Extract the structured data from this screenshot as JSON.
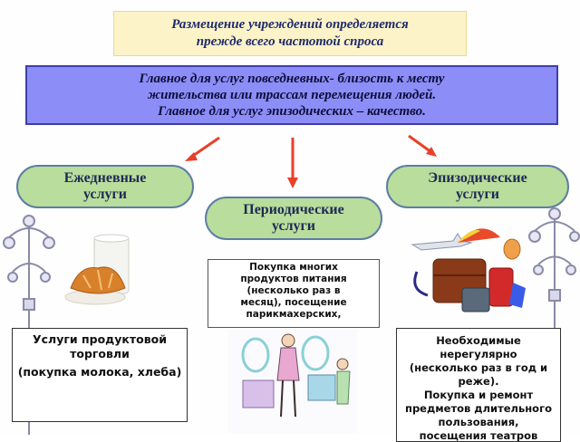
{
  "title": {
    "line1": "Размещение учреждений определяется",
    "line2": "прежде всего частотой спроса"
  },
  "main": {
    "line1": "Главное для услуг повседневных- близость к месту",
    "line2": "жительства или трассам перемещения людей.",
    "line3": "Главное для услуг эпизодических – качество."
  },
  "categories": {
    "daily": {
      "line1": "Ежедневные",
      "line2": "услуги"
    },
    "periodic": {
      "line1": "Периодические",
      "line2": "услуги"
    },
    "episodic": {
      "line1": "Эпизодические",
      "line2": "услуги"
    }
  },
  "descriptions": {
    "periodic": [
      "Покупка многих",
      "продуктов питания",
      "(несколько раз в",
      "месяц), посещение",
      "парикмахерских,"
    ],
    "daily": [
      "Услуги продуктовой торговли",
      "(покупка молока, хлеба)"
    ],
    "episodic": [
      "Необходимые",
      "нерегулярно",
      "(несколько раз в год и",
      "реже).",
      "Покупка и ремонт",
      "предметов длительного",
      "пользования,",
      "посещения театров"
    ]
  },
  "colors": {
    "title_bg": "#fcf3c9",
    "main_bg": "#8c8df6",
    "oval_bg": "#b9dd9c",
    "arrow": "#e8402a"
  },
  "icons": {
    "left_lamp": "street-lamp-icon",
    "right_lamp": "street-lamp-icon",
    "bread_milk": "bread-milk-icon",
    "travel": "travel-luggage-icon",
    "salon": "salon-people-icon"
  }
}
